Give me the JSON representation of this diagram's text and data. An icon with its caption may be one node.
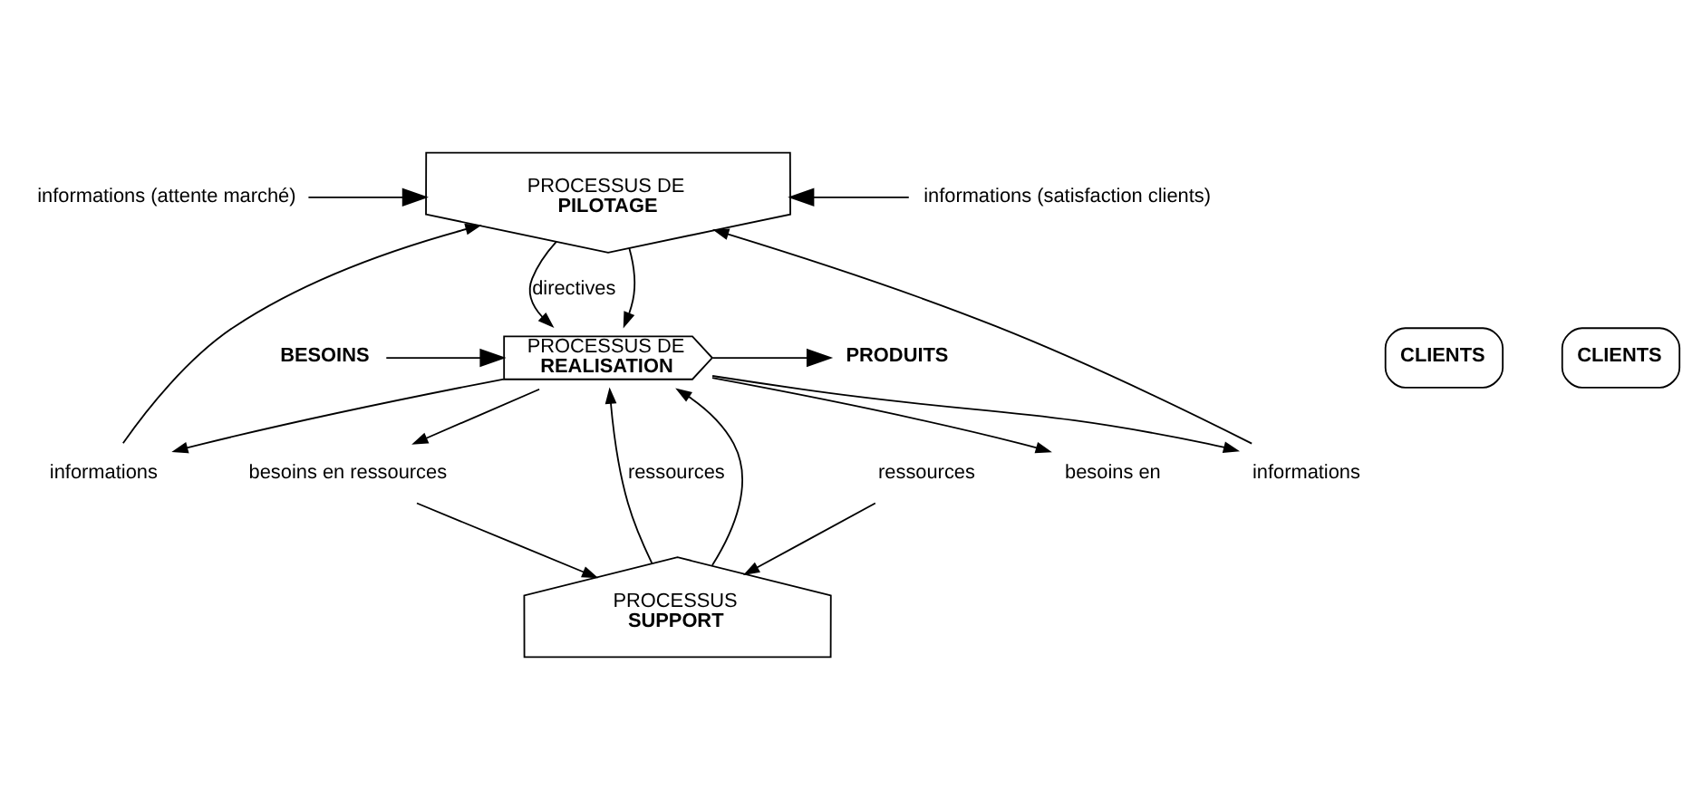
{
  "diagram": {
    "nodes": [
      {
        "text": [
          "informations (attente marché)"
        ]
      },
      {
        "text": [
          "PROCESSUS DE",
          "PILOTAGE"
        ]
      },
      {
        "text": [
          "informations (satisfaction clients)"
        ]
      },
      {
        "text": [
          "informations"
        ]
      },
      {
        "text": [
          "informations"
        ]
      },
      {
        "text": [
          "CLIENTS"
        ]
      },
      {
        "text": [
          "BESOINS"
        ]
      },
      {
        "text": [
          "PROCESSUS DE",
          "REALISATION"
        ]
      },
      {
        "text": [
          "PRODUITS"
        ]
      },
      {
        "text": [
          "CLIENTS"
        ]
      },
      {
        "text": [
          "besoins en"
        ]
      },
      {
        "text": [
          "besoins en ressources"
        ]
      },
      {
        "text": [
          "ressources"
        ]
      },
      {
        "text": [
          "PROCESSUS",
          "SUPPORT"
        ]
      }
    ],
    "edges": [
      {
        "from": 0,
        "to": 1,
        "arrow": "to"
      },
      {
        "from": 2,
        "to": 1,
        "arrow": "to"
      },
      {
        "from": 3,
        "to": 1,
        "arrow": "to"
      },
      {
        "from": 4,
        "to": 1,
        "arrow": "to"
      },
      {
        "from": 1,
        "to": 7,
        "arrow": "to"
      },
      {
        "from": 1,
        "to": 7,
        "arrow": "to",
        "label": "directives"
      },
      {
        "from": 7,
        "to": 3,
        "arrow": "to"
      },
      {
        "from": 7,
        "to": 4,
        "arrow": "to"
      },
      {
        "from": 6,
        "to": 7,
        "arrow": "to"
      },
      {
        "from": 7,
        "to": 8,
        "arrow": "to"
      },
      {
        "from": 7,
        "to": 10,
        "arrow": "to"
      },
      {
        "from": 7,
        "to": 11,
        "arrow": "to"
      },
      {
        "from": 13,
        "to": 7,
        "arrow": "to",
        "label": "ressources"
      },
      {
        "from": 13,
        "to": 7,
        "arrow": "to"
      },
      {
        "from": 12,
        "to": 13,
        "arrow": "to"
      },
      {
        "from": 11,
        "to": 13,
        "arrow": "to"
      }
    ]
  }
}
